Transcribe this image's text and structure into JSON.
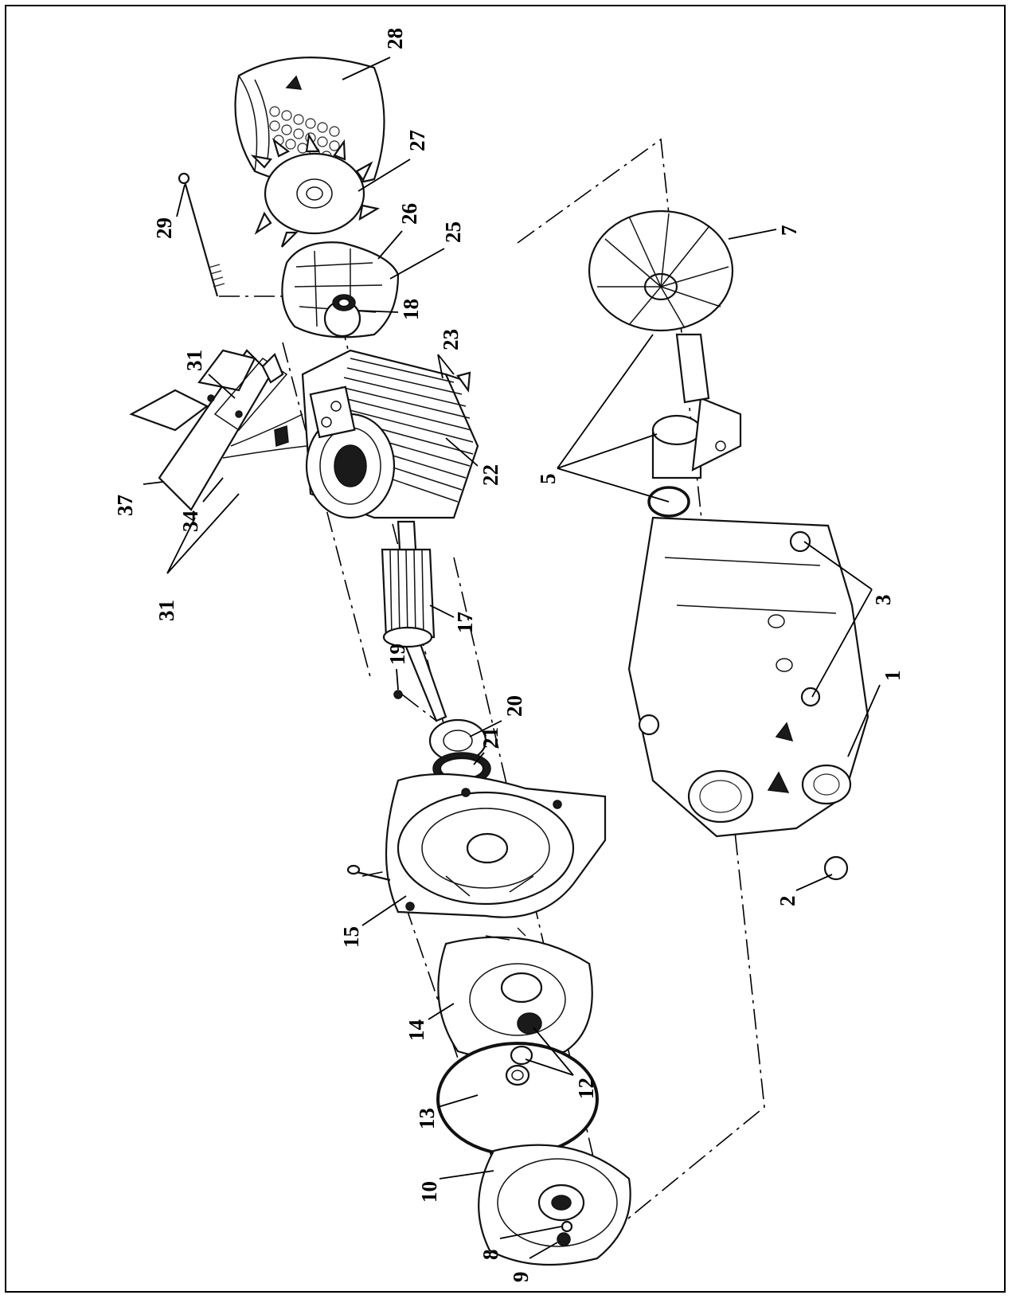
{
  "diagram": {
    "callouts": [
      {
        "id": "c28",
        "label": "28"
      },
      {
        "id": "c27",
        "label": "27"
      },
      {
        "id": "c29",
        "label": "29"
      },
      {
        "id": "c26",
        "label": "26"
      },
      {
        "id": "c25",
        "label": "25"
      },
      {
        "id": "c18",
        "label": "18"
      },
      {
        "id": "c7",
        "label": "7"
      },
      {
        "id": "c31a",
        "label": "31"
      },
      {
        "id": "c23",
        "label": "23"
      },
      {
        "id": "c37",
        "label": "37"
      },
      {
        "id": "c34",
        "label": "34"
      },
      {
        "id": "c22",
        "label": "22"
      },
      {
        "id": "c5",
        "label": "5"
      },
      {
        "id": "c31b",
        "label": "31"
      },
      {
        "id": "c17",
        "label": "17"
      },
      {
        "id": "c3",
        "label": "3"
      },
      {
        "id": "c19",
        "label": "19"
      },
      {
        "id": "c20",
        "label": "20"
      },
      {
        "id": "c21",
        "label": "21"
      },
      {
        "id": "c1",
        "label": "1"
      },
      {
        "id": "c2",
        "label": "2"
      },
      {
        "id": "c15",
        "label": "15"
      },
      {
        "id": "c14",
        "label": "14"
      },
      {
        "id": "c12",
        "label": "12"
      },
      {
        "id": "c13",
        "label": "13"
      },
      {
        "id": "c10",
        "label": "10"
      },
      {
        "id": "c8",
        "label": "8"
      },
      {
        "id": "c9",
        "label": "9"
      }
    ]
  },
  "style": {
    "ink": "#111111",
    "paper": "#ffffff"
  }
}
